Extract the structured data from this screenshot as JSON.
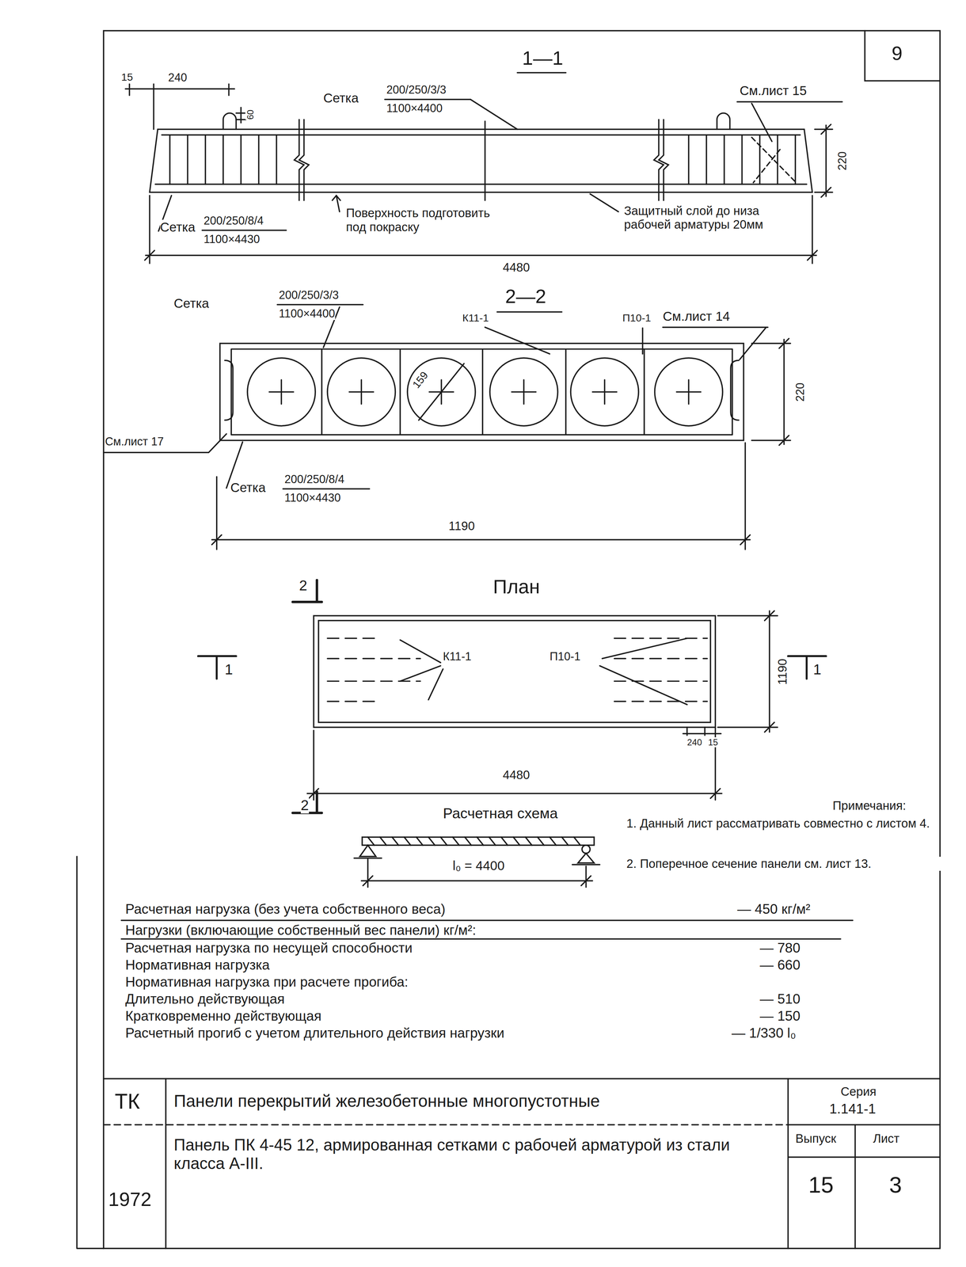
{
  "diagram": {
    "labels": [
      "9",
      "1—1",
      "15",
      "240",
      "60",
      "Сетка",
      "200/250/3/3",
      "1100×4400",
      "См.лист 15",
      "220",
      "Сетка",
      "200/250/8/4",
      "1100×4430",
      "Поверхность подготовить под покраску",
      "Защитный слой до низа рабочей арматуры 20мм",
      "4480",
      "Сетка",
      "200/250/3/3",
      "1100×4400",
      "2—2",
      "К11-1",
      "П10-1",
      "См.лист 14",
      "159",
      "220",
      "См.лист 17",
      "Сетка",
      "200/250/8/4",
      "1100×4430",
      "1190",
      "2",
      "План",
      "1",
      "К11-1",
      "П10-1",
      "1190",
      "1",
      "240",
      "15",
      "4480",
      "2",
      "Расчетная схема",
      "Примечания:",
      "1. Данный лист рассматривать совместно с листом 4.",
      "2. Поперечное сечение панели см. лист 13.",
      "l₀ = 4400",
      "Расчетная нагрузка (без учета собственного веса)",
      "— 450 кг/м²",
      "Нагрузки (включающие собственный вес панели) кг/м²:",
      "Расчетная нагрузка по несущей способности",
      "— 780",
      "Нормативная нагрузка",
      "— 660",
      "Нормативная нагрузка при расчете прогиба:",
      "Длительно действующая",
      "— 510",
      "Кратковременно действующая",
      "— 150",
      "Расчетный прогиб с учетом длительного действия нагрузки",
      "— 1/330 l₀",
      "ТК",
      "Панели перекрытий железобетонные многопустотные",
      "Серия",
      "1.141-1",
      "1972",
      "Панель ПК 4-45 12, армированная сетками с рабочей арматурой из стали класса А-III.",
      "Выпуск",
      "Лист",
      "15",
      "3"
    ]
  }
}
